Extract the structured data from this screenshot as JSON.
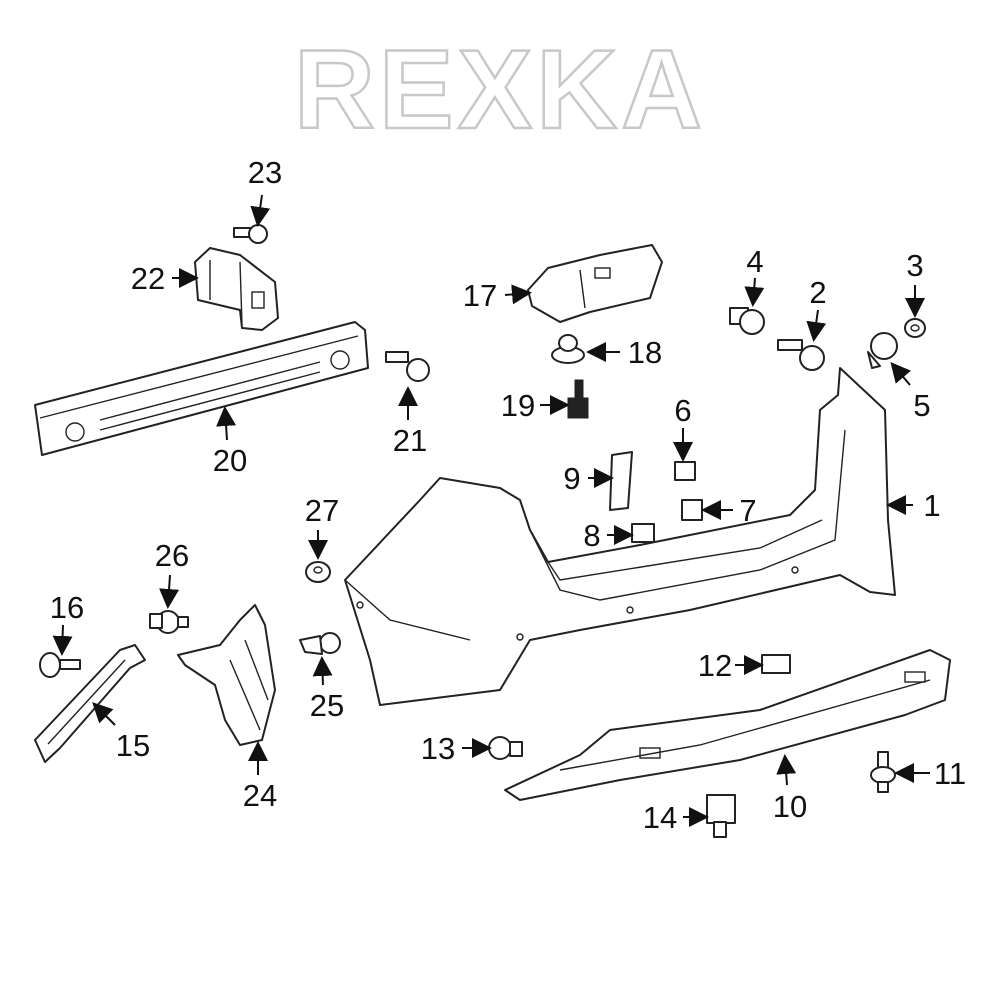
{
  "diagram": {
    "watermark": "REXKA",
    "callouts": [
      "1",
      "2",
      "3",
      "4",
      "5",
      "6",
      "7",
      "8",
      "9",
      "10",
      "11",
      "12",
      "13",
      "14",
      "15",
      "16",
      "17",
      "18",
      "19",
      "20",
      "21",
      "22",
      "23",
      "24",
      "25",
      "26",
      "27"
    ]
  }
}
